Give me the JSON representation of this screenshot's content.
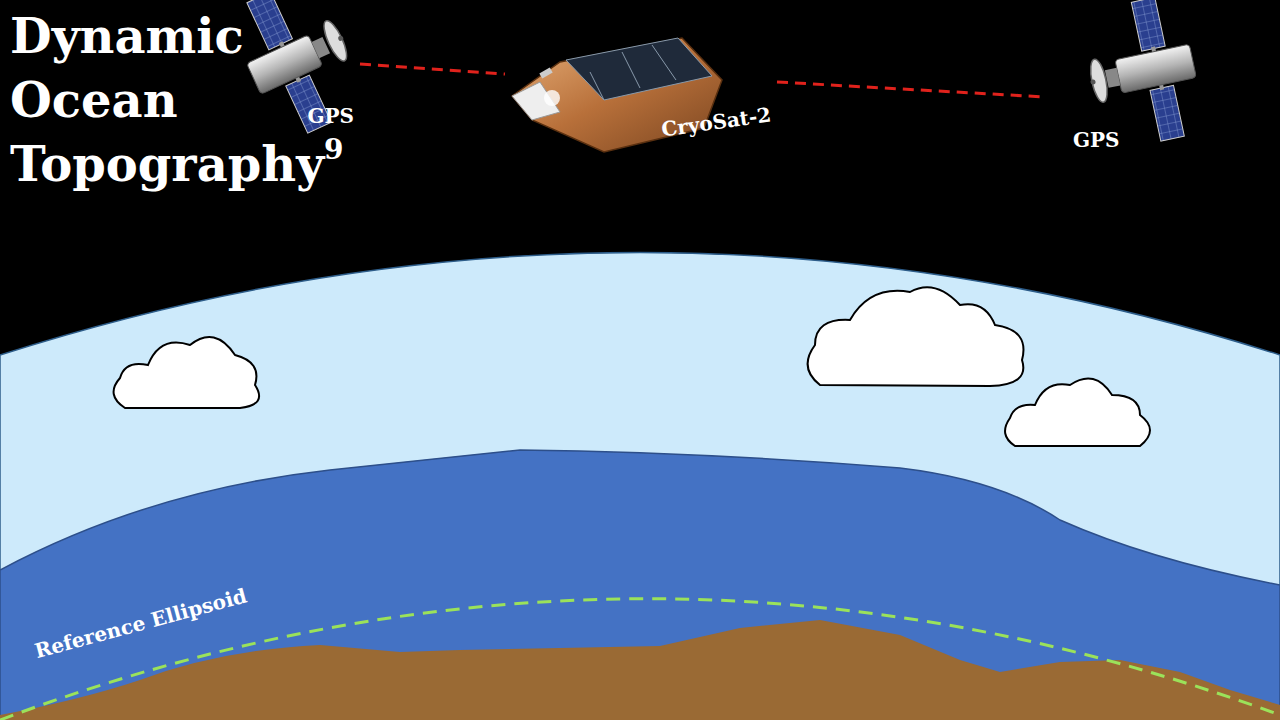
{
  "diagram": {
    "title": "Dynamic Ocean Topography",
    "nodes": [
      {
        "text": [
          "GPS"
        ]
      },
      {
        "text": [
          "CryoSat-2"
        ]
      },
      {
        "text": [
          "GPS"
        ]
      }
    ],
    "edges": [
      {
        "from": 0,
        "to": 1,
        "arrow": "none"
      },
      {
        "from": 1,
        "to": 2,
        "arrow": "none"
      }
    ],
    "labels": [
      "9",
      "Reference Ellipsoid"
    ]
  }
}
